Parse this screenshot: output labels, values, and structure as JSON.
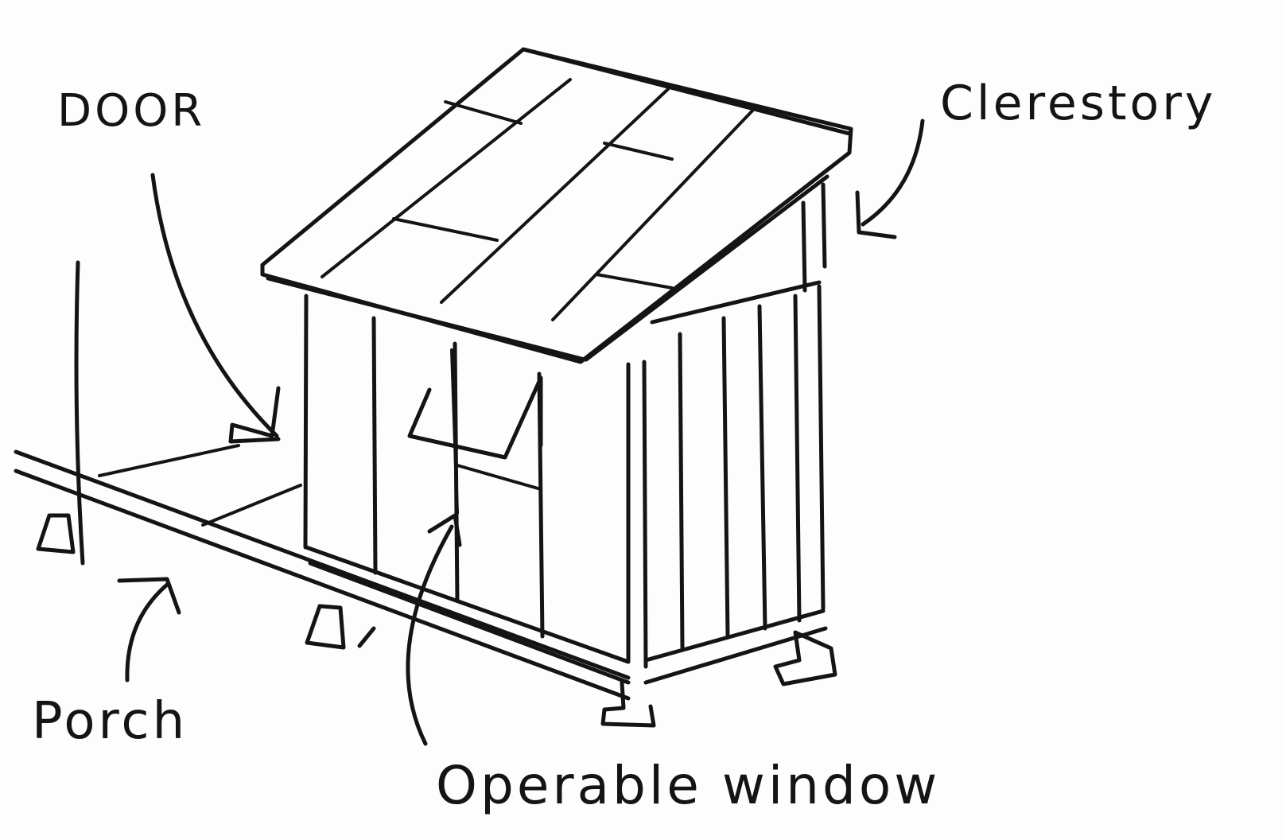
{
  "labels": {
    "door": "DOOR",
    "clerestory": "Clerestory",
    "porch": "Porch",
    "operable_window": "Operable window"
  },
  "colors": {
    "ink": "#141414",
    "paper": "#fdfdfd"
  }
}
